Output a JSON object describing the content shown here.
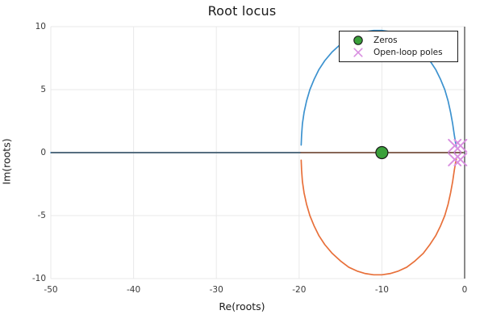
{
  "chart_data": {
    "type": "line",
    "title": "Root locus",
    "xlabel": "Re(roots)",
    "ylabel": "Im(roots)",
    "xlim": [
      -50,
      0
    ],
    "ylim": [
      -10,
      10
    ],
    "xticks": [
      "-50",
      "-40",
      "-30",
      "-20",
      "-10",
      "0"
    ],
    "xtick_values": [
      -50,
      -40,
      -30,
      -20,
      -10,
      0
    ],
    "yticks": [
      "10",
      "5",
      "0",
      "-5",
      "-10"
    ],
    "ytick_values": [
      10,
      5,
      0,
      -5,
      -10
    ],
    "grid": true,
    "legend_position": "top-right",
    "series": [
      {
        "name": "locus-upper-branch",
        "color": "#3c92cf",
        "comment": "real-axis segment then upper complex arc terminating at pole",
        "points": [
          [
            -50.0,
            0.0
          ],
          [
            -45.0,
            0.0
          ],
          [
            -40.0,
            0.0
          ],
          [
            -35.0,
            0.0
          ],
          [
            -30.0,
            0.0
          ],
          [
            -26.0,
            0.0
          ],
          [
            -23.0,
            0.0
          ],
          [
            -21.0,
            0.0
          ],
          [
            -20.2,
            0.0
          ],
          [
            -19.8,
            0.0
          ],
          [
            -19.75,
            0.6
          ],
          [
            -19.7,
            1.4
          ],
          [
            -19.6,
            2.3
          ],
          [
            -19.4,
            3.2
          ],
          [
            -19.1,
            4.1
          ],
          [
            -18.7,
            5.0
          ],
          [
            -18.2,
            5.8
          ],
          [
            -17.6,
            6.6
          ],
          [
            -16.9,
            7.3
          ],
          [
            -16.0,
            8.0
          ],
          [
            -15.0,
            8.6
          ],
          [
            -14.0,
            9.1
          ],
          [
            -13.0,
            9.4
          ],
          [
            -12.0,
            9.6
          ],
          [
            -11.0,
            9.7
          ],
          [
            -10.0,
            9.7
          ],
          [
            -9.0,
            9.6
          ],
          [
            -8.0,
            9.4
          ],
          [
            -7.0,
            9.1
          ],
          [
            -6.0,
            8.6
          ],
          [
            -5.0,
            8.0
          ],
          [
            -4.2,
            7.3
          ],
          [
            -3.5,
            6.6
          ],
          [
            -2.9,
            5.8
          ],
          [
            -2.4,
            5.0
          ],
          [
            -2.0,
            4.1
          ],
          [
            -1.7,
            3.2
          ],
          [
            -1.45,
            2.3
          ],
          [
            -1.25,
            1.4
          ],
          [
            -1.1,
            0.8
          ],
          [
            -1.0,
            0.5
          ]
        ]
      },
      {
        "name": "locus-lower-branch",
        "color": "#e8703a",
        "comment": "real-axis segment then lower complex arc terminating at pole",
        "points": [
          [
            -19.8,
            0.0
          ],
          [
            -18.0,
            0.0
          ],
          [
            -16.0,
            0.0
          ],
          [
            -14.0,
            0.0
          ],
          [
            -12.0,
            0.0
          ],
          [
            -10.0,
            0.0
          ],
          [
            -8.0,
            0.0
          ],
          [
            -6.0,
            0.0
          ],
          [
            -4.0,
            0.0
          ],
          [
            -2.0,
            0.0
          ],
          [
            -1.0,
            0.0
          ],
          [
            -0.2,
            0.0
          ],
          [
            -19.75,
            -0.6
          ],
          [
            -19.7,
            -1.4
          ],
          [
            -19.6,
            -2.3
          ],
          [
            -19.4,
            -3.2
          ],
          [
            -19.1,
            -4.1
          ],
          [
            -18.7,
            -5.0
          ],
          [
            -18.2,
            -5.8
          ],
          [
            -17.6,
            -6.6
          ],
          [
            -16.9,
            -7.3
          ],
          [
            -16.0,
            -8.0
          ],
          [
            -15.0,
            -8.6
          ],
          [
            -14.0,
            -9.1
          ],
          [
            -13.0,
            -9.4
          ],
          [
            -12.0,
            -9.6
          ],
          [
            -11.0,
            -9.7
          ],
          [
            -10.0,
            -9.7
          ],
          [
            -9.0,
            -9.6
          ],
          [
            -8.0,
            -9.4
          ],
          [
            -7.0,
            -9.1
          ],
          [
            -6.0,
            -8.6
          ],
          [
            -5.0,
            -8.0
          ],
          [
            -4.2,
            -7.3
          ],
          [
            -3.5,
            -6.6
          ],
          [
            -2.9,
            -5.8
          ],
          [
            -2.4,
            -5.0
          ],
          [
            -2.0,
            -4.1
          ],
          [
            -1.7,
            -3.2
          ],
          [
            -1.45,
            -2.3
          ],
          [
            -1.25,
            -1.4
          ],
          [
            -1.1,
            -0.8
          ],
          [
            -1.0,
            -0.5
          ]
        ]
      }
    ],
    "zeros": {
      "label": "Zeros",
      "color": "#3aa03a",
      "edge_color": "#1a1a1a",
      "marker": "circle",
      "points": [
        [
          -10.0,
          0.0
        ]
      ]
    },
    "open_loop_poles": {
      "label": "Open-loop poles",
      "color": "#d98fe0",
      "marker": "x",
      "points": [
        [
          -1.2,
          0.55
        ],
        [
          -0.5,
          0.55
        ],
        [
          -1.2,
          -0.55
        ],
        [
          -0.5,
          -0.55
        ]
      ]
    },
    "axis_lines": {
      "color": "#4a4a4a",
      "horizontal_at": 0,
      "vertical_at": 0
    }
  }
}
